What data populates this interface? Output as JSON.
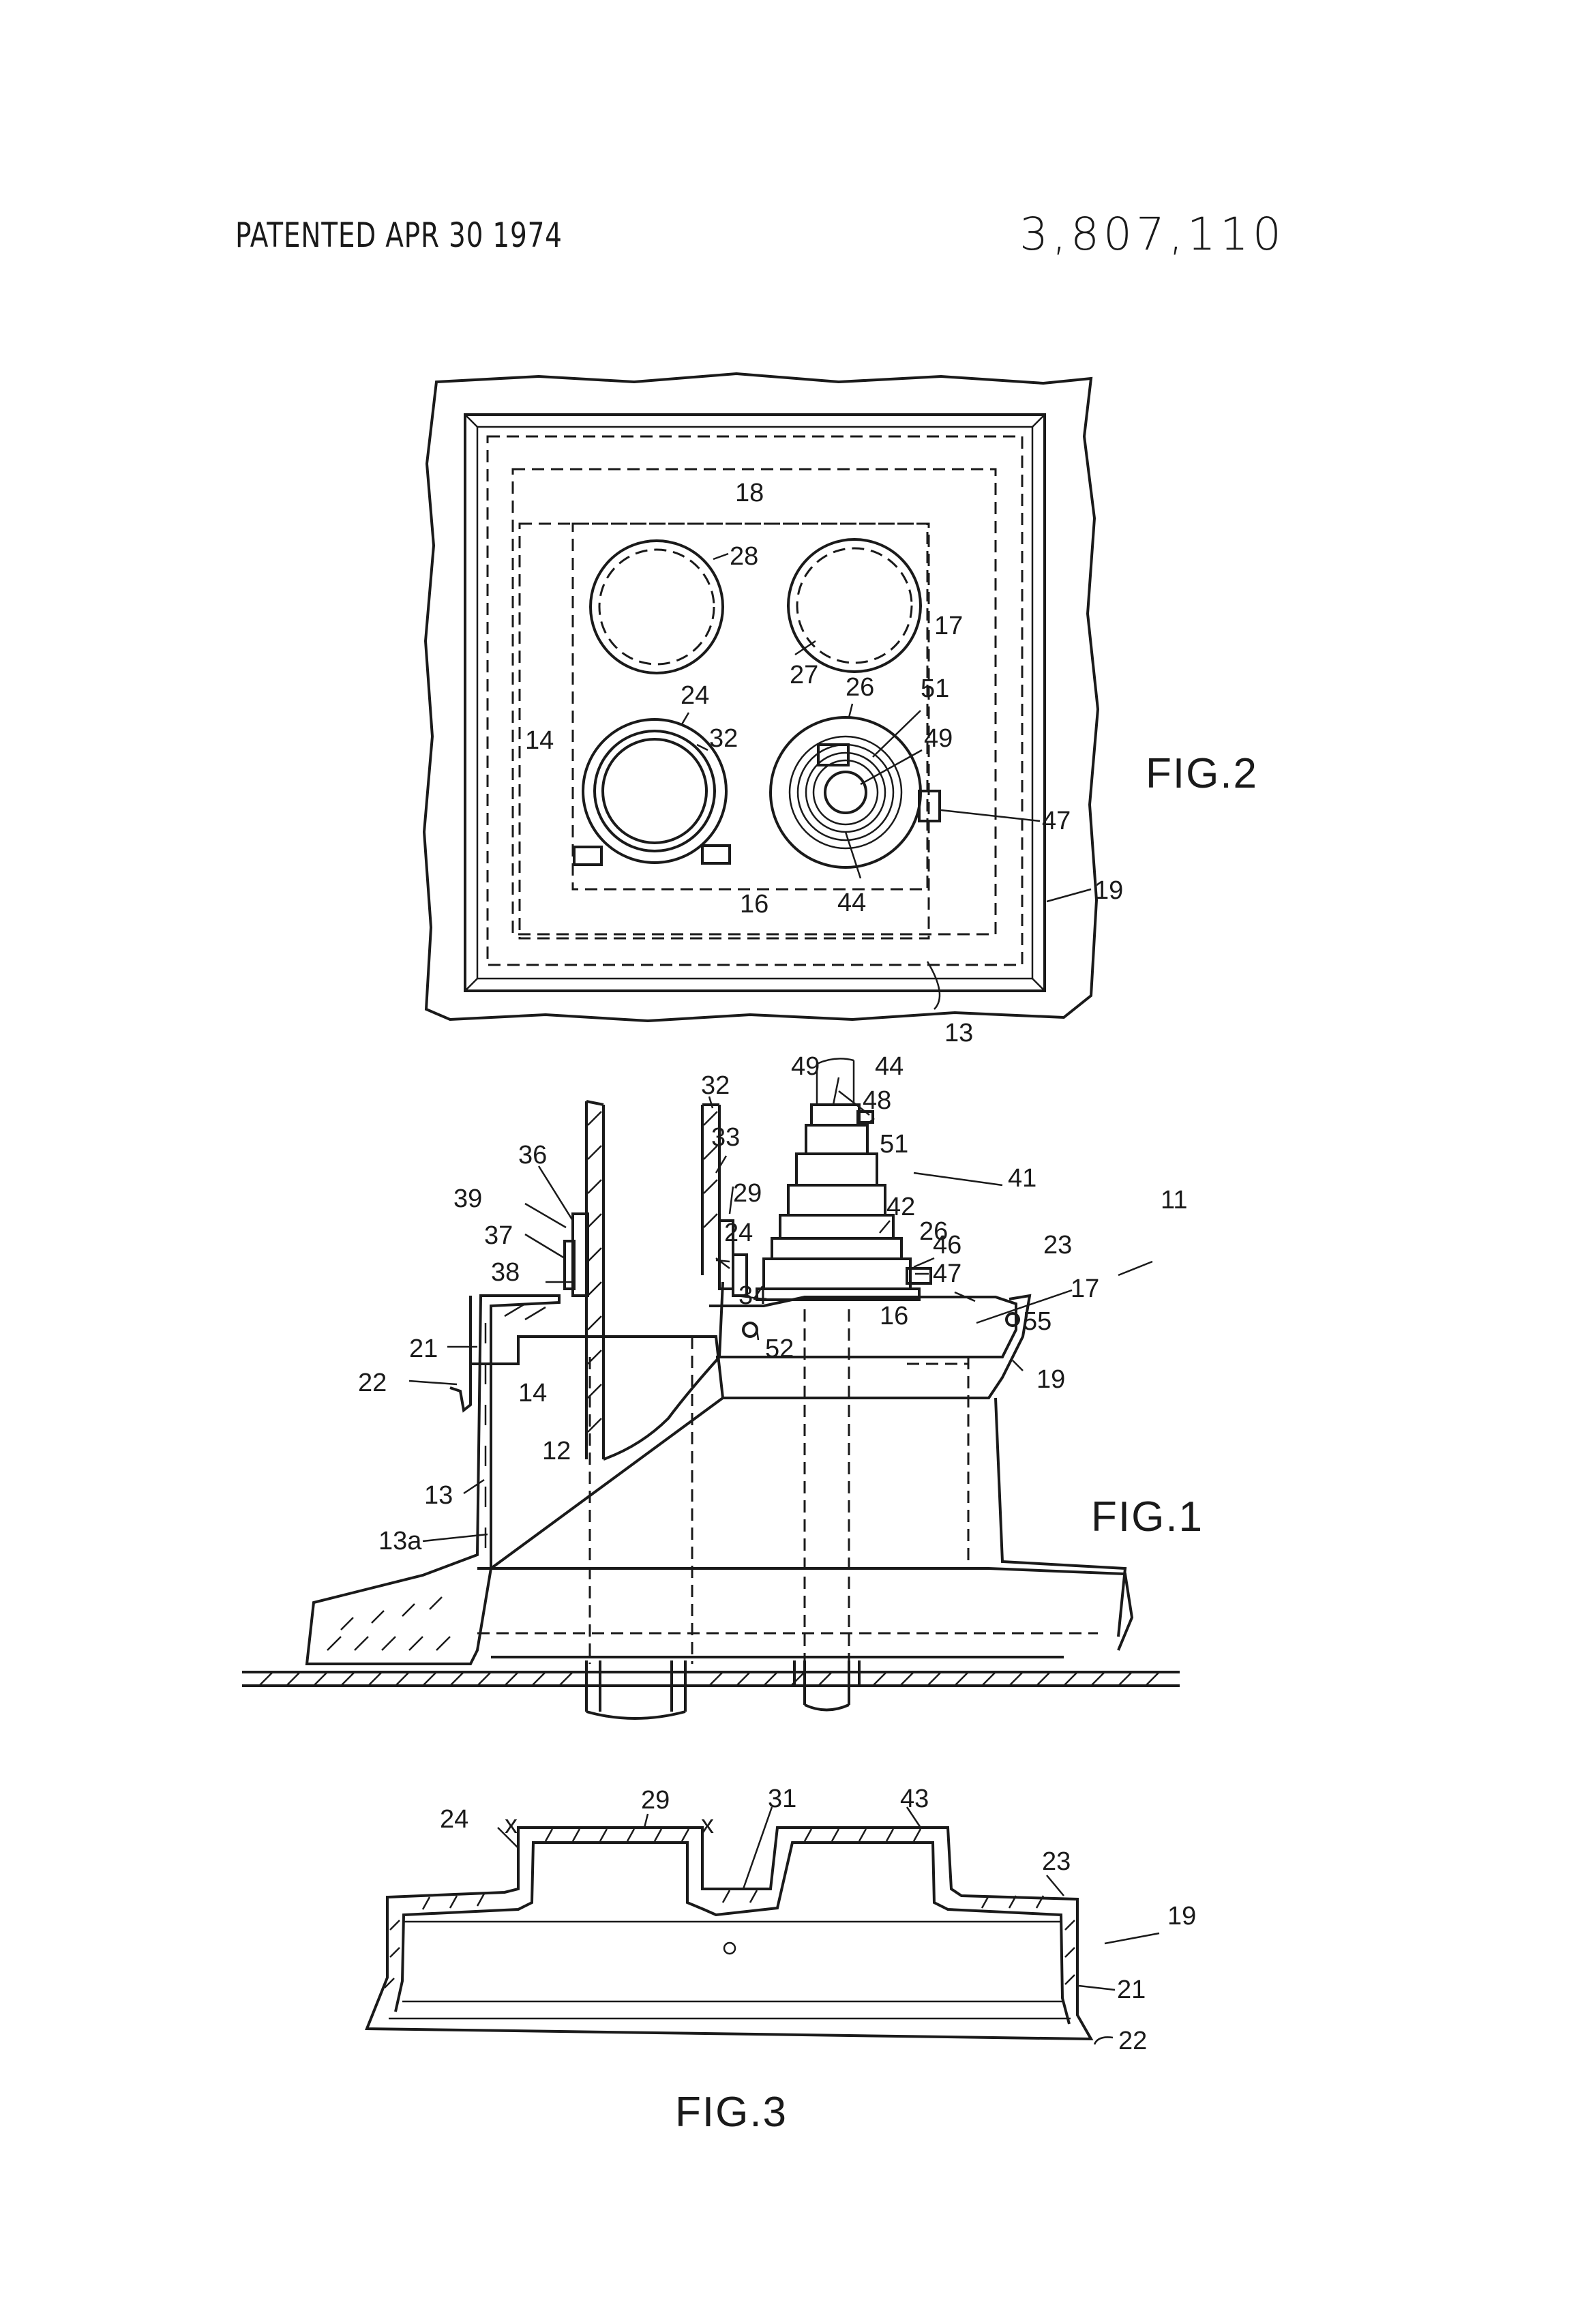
{
  "header": {
    "left": "PATENTED APR 30 1974",
    "right": "3,807,110"
  },
  "fig2": {
    "label": "FIG.2",
    "refs": {
      "r18": "18",
      "r28": "28",
      "r17": "17",
      "r27": "27",
      "r24": "24",
      "r26": "26",
      "r51": "51",
      "r32": "32",
      "r49": "49",
      "r14": "14",
      "r47": "47",
      "r16": "16",
      "r44": "44",
      "r19": "19",
      "r13": "13"
    }
  },
  "fig1": {
    "label": "FIG.1",
    "refs": {
      "r49": "49",
      "r44": "44",
      "r32": "32",
      "r48": "48",
      "r33": "33",
      "r51": "51",
      "r36": "36",
      "r41": "41",
      "r29": "29",
      "r42": "42",
      "r39": "39",
      "r11": "11",
      "r24": "24",
      "r26": "26",
      "r46": "46",
      "r37": "37",
      "r23": "23",
      "r38": "38",
      "r47": "47",
      "r34": "34",
      "r17": "17",
      "r16": "16",
      "r55": "55",
      "r52": "52",
      "r21": "21",
      "r19": "19",
      "r22": "22",
      "r14": "14",
      "r12": "12",
      "r13": "13",
      "r13a": "13a"
    }
  },
  "fig3": {
    "label": "FIG.3",
    "refs": {
      "r29": "29",
      "r31": "31",
      "r43": "43",
      "r24": "24",
      "x1": "x",
      "x2": "x",
      "r23": "23",
      "r19": "19",
      "r21": "21",
      "r22": "22"
    }
  }
}
